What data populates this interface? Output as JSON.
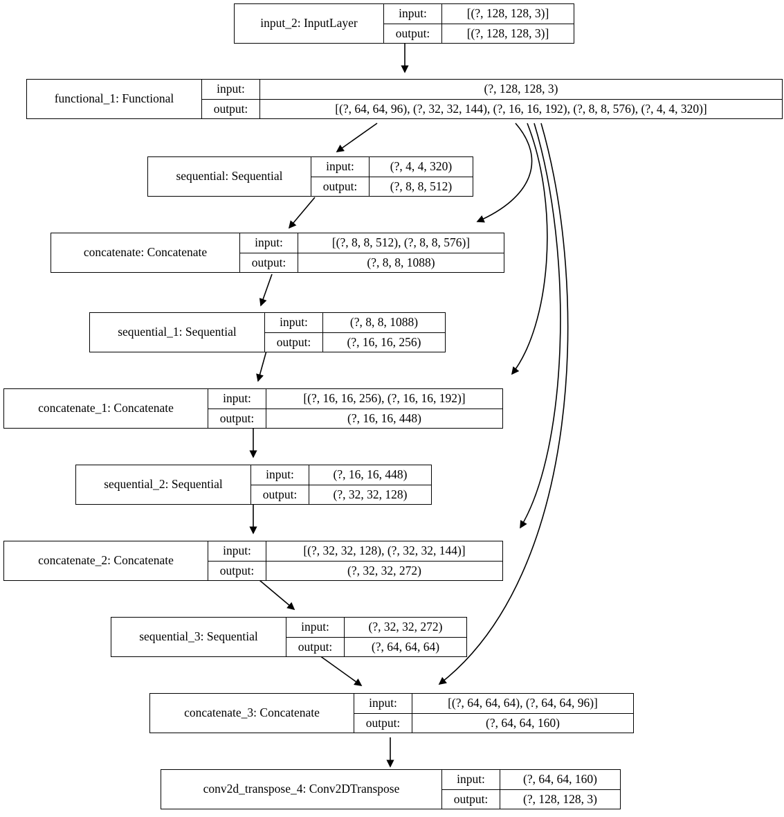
{
  "graph": {
    "title": "Keras model architecture graph",
    "edge_color": "#000000",
    "node_border_color": "#000000",
    "node_fill_color": "#ffffff",
    "background_color": "#ffffff",
    "io_labels": {
      "input": "input:",
      "output": "output:"
    },
    "nodes": [
      {
        "id": "input_2",
        "name": "input_2: InputLayer",
        "input": "[(?, 128, 128, 3)]",
        "output": "[(?, 128, 128, 3)]"
      },
      {
        "id": "functional_1",
        "name": "functional_1: Functional",
        "input": "(?, 128, 128, 3)",
        "output": "[(?, 64, 64, 96), (?, 32, 32, 144), (?, 16, 16, 192), (?, 8, 8, 576), (?, 4, 4, 320)]"
      },
      {
        "id": "sequential",
        "name": "sequential: Sequential",
        "input": "(?, 4, 4, 320)",
        "output": "(?, 8, 8, 512)"
      },
      {
        "id": "concatenate",
        "name": "concatenate: Concatenate",
        "input": "[(?, 8, 8, 512), (?, 8, 8, 576)]",
        "output": "(?, 8, 8, 1088)"
      },
      {
        "id": "sequential_1",
        "name": "sequential_1: Sequential",
        "input": "(?, 8, 8, 1088)",
        "output": "(?, 16, 16, 256)"
      },
      {
        "id": "concatenate_1",
        "name": "concatenate_1: Concatenate",
        "input": "[(?, 16, 16, 256), (?, 16, 16, 192)]",
        "output": "(?, 16, 16, 448)"
      },
      {
        "id": "sequential_2",
        "name": "sequential_2: Sequential",
        "input": "(?, 16, 16, 448)",
        "output": "(?, 32, 32, 128)"
      },
      {
        "id": "concatenate_2",
        "name": "concatenate_2: Concatenate",
        "input": "[(?, 32, 32, 128), (?, 32, 32, 144)]",
        "output": "(?, 32, 32, 272)"
      },
      {
        "id": "sequential_3",
        "name": "sequential_3: Sequential",
        "input": "(?, 32, 32, 272)",
        "output": "(?, 64, 64, 64)"
      },
      {
        "id": "concatenate_3",
        "name": "concatenate_3: Concatenate",
        "input": "[(?, 64, 64, 64), (?, 64, 64, 96)]",
        "output": "(?, 64, 64, 160)"
      },
      {
        "id": "conv2d_transpose_4",
        "name": "conv2d_transpose_4: Conv2DTranspose",
        "input": "(?, 64, 64, 160)",
        "output": "(?, 128, 128, 3)"
      }
    ],
    "edges": [
      {
        "from": "input_2",
        "to": "functional_1"
      },
      {
        "from": "functional_1",
        "to": "sequential"
      },
      {
        "from": "sequential",
        "to": "concatenate"
      },
      {
        "from": "functional_1",
        "to": "concatenate"
      },
      {
        "from": "concatenate",
        "to": "sequential_1"
      },
      {
        "from": "sequential_1",
        "to": "concatenate_1"
      },
      {
        "from": "functional_1",
        "to": "concatenate_1"
      },
      {
        "from": "concatenate_1",
        "to": "sequential_2"
      },
      {
        "from": "sequential_2",
        "to": "concatenate_2"
      },
      {
        "from": "functional_1",
        "to": "concatenate_2"
      },
      {
        "from": "concatenate_2",
        "to": "sequential_3"
      },
      {
        "from": "sequential_3",
        "to": "concatenate_3"
      },
      {
        "from": "functional_1",
        "to": "concatenate_3"
      },
      {
        "from": "concatenate_3",
        "to": "conv2d_transpose_4"
      }
    ]
  }
}
